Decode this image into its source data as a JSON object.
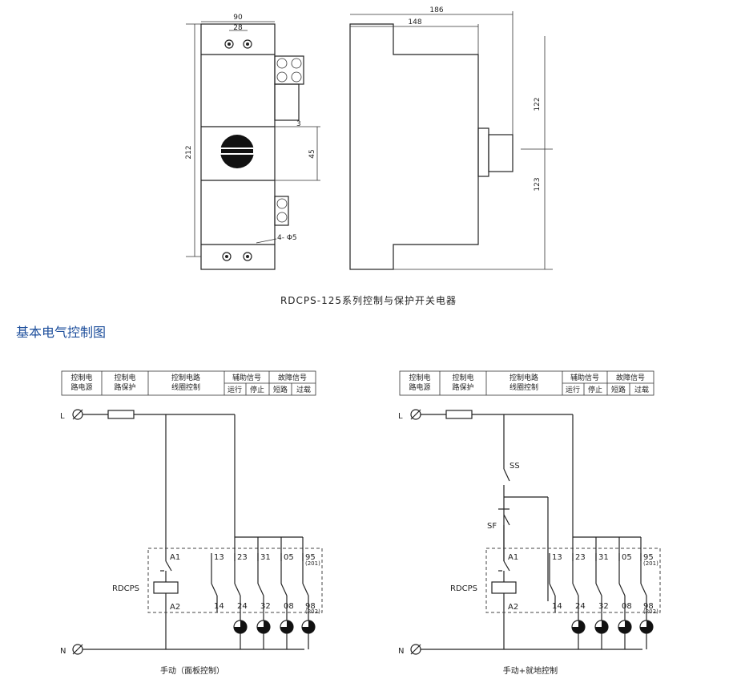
{
  "drawing": {
    "dim_width": "90",
    "dim_hole": "28",
    "dim_height": "212",
    "dim_handle": "45",
    "dim_small": "3",
    "dim_mount": "4- Φ5",
    "dim_depth_total": "186",
    "dim_depth_body": "148",
    "dim_upper": "122",
    "dim_lower": "123"
  },
  "caption": "RDCPS-125系列控制与保护开关电器",
  "section_title": "基本电气控制图",
  "table": {
    "c1": [
      "控制电",
      "路电源"
    ],
    "c2": [
      "控制电",
      "路保护"
    ],
    "c3": [
      "控制电路",
      "线圈控制"
    ],
    "c4": "辅助信号",
    "c4a": "运行",
    "c4b": "停止",
    "c5": "故障信号",
    "c5a": "短路",
    "c5b": "过载"
  },
  "circuit": {
    "L": "L",
    "N": "N",
    "device": "RDCPS",
    "A1": "A1",
    "A2": "A2",
    "t13": "13",
    "t14": "14",
    "t23": "23",
    "t24": "24",
    "t31": "31",
    "t32": "32",
    "t05": "05",
    "t08": "08",
    "t95": "95",
    "t201": "(201)",
    "t98": "98",
    "t202": "(202)",
    "SS": "SS",
    "SF": "SF"
  },
  "captions": {
    "left": "手动（面板控制）",
    "right": "手动+就地控制"
  }
}
